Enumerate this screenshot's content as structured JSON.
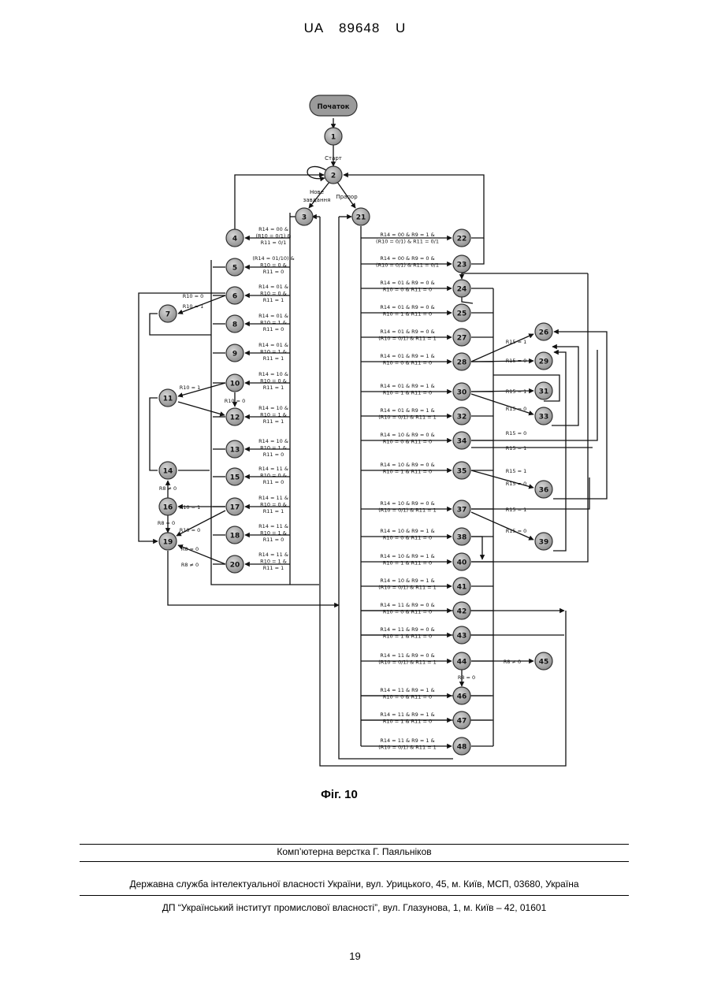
{
  "header": {
    "doc_id": "UA   89648   U"
  },
  "figure": {
    "start_label": "Початок",
    "edge_labels": {
      "start": "Старт",
      "new_task": [
        "Нове",
        "завдання"
      ],
      "flag": "Прапор"
    },
    "nodes": [
      "1",
      "2",
      "3",
      "4",
      "5",
      "6",
      "7",
      "8",
      "9",
      "10",
      "11",
      "12",
      "13",
      "14",
      "15",
      "16",
      "17",
      "18",
      "19",
      "20",
      "21",
      "22",
      "23",
      "24",
      "25",
      "26",
      "27",
      "28",
      "29",
      "30",
      "31",
      "32",
      "33",
      "34",
      "35",
      "36",
      "37",
      "38",
      "39",
      "40",
      "41",
      "42",
      "43",
      "44",
      "45",
      "46",
      "47",
      "48"
    ],
    "left_conditions": [
      [
        "R14 = 00 &",
        "(R10 = 0/1) &",
        "R11 = 0/1"
      ],
      [
        "(R14 = 01/10) &",
        "R10 = 0 &",
        "R11 = 0"
      ],
      [
        "R14 = 01 &",
        "R10 = 0 &",
        "R11 = 1"
      ],
      [
        "R14 = 01 &",
        "R10 = 1 &",
        "R11 = 0"
      ],
      [
        "R14 = 01 &",
        "R10 = 1 &",
        "R11 = 1"
      ],
      [
        "R14 = 10 &",
        "R10 = 0 &",
        "R11 = 1"
      ],
      [
        "R14 = 10 &",
        "R10 = 1 &",
        "R11 = 1"
      ],
      [
        "R14 = 10 &",
        "R10 = 1 &",
        "R11 = 0"
      ],
      [
        "R14 = 11 &",
        "R10 = 0 &",
        "R11 = 0"
      ],
      [
        "R14 = 11 &",
        "R10 = 0 &",
        "R11 = 1"
      ],
      [
        "R14 = 11 &",
        "R10 = 1 &",
        "R11 = 0"
      ],
      [
        "R14 = 11 &",
        "R10 = 1 &",
        "R11 = 1"
      ]
    ],
    "right_conditions": [
      [
        "R14 = 00 & R9 = 1 &",
        "(R10 = 0/1) & R11 = 0/1"
      ],
      [
        "R14 = 00 & R9 = 0 &",
        "(R10 = 0/1) & R11 = 0/1"
      ],
      [
        "R14 = 01 & R9 = 0 &",
        "R10 = 0 & R11 = 0"
      ],
      [
        "R14 = 01 & R9 = 0 &",
        "R10 = 1 & R11 = 0"
      ],
      [
        "R14 = 01 & R9 = 0 &",
        "(R10 = 0/1) & R11 = 1"
      ],
      [
        "R14 = 01 & R9 = 1 &",
        "R10 = 0 & R11 = 0"
      ],
      [
        "R14 = 01 & R9 = 1 &",
        "R10 = 1 & R11 = 0"
      ],
      [
        "R14 = 01 & R9 = 1 &",
        "(R10 = 0/1) & R11 = 1"
      ],
      [
        "R14 = 10 & R9 = 0 &",
        "R10 = 0 & R11 = 0"
      ],
      [
        "R14 = 10 & R9 = 0 &",
        "R10 = 1 & R11 = 0"
      ],
      [
        "R14 = 10 & R9 = 0 &",
        "(R10 = 0/1) & R11 = 1"
      ],
      [
        "R14 = 10 & R9 = 1 &",
        "R10 = 0 & R11 = 0"
      ],
      [
        "R14 = 10 & R9 = 1 &",
        "R10 = 1 & R11 = 0"
      ],
      [
        "R14 = 10 & R9 = 1 &",
        "(R10 = 0/1) & R11 = 1"
      ],
      [
        "R14 = 11 & R9 = 0 &",
        "R10 = 0 & R11 = 0"
      ],
      [
        "R14 = 11 & R9 = 0 &",
        "R10 = 1 & R11 = 0"
      ],
      [
        "R14 = 11 & R9 = 0 &",
        "(R10 = 0/1) & R11 = 1"
      ],
      [
        "R14 = 11 & R9 = 1 &",
        "R10 = 0 & R11 = 0"
      ],
      [
        "R14 = 11 & R9 = 1 &",
        "R10 = 1 & R11 = 0"
      ],
      [
        "R14 = 11 & R9 = 1 &",
        "(R10 = 0/1) & R11 = 1"
      ]
    ],
    "small_labels": {
      "r10_0_a": "R10 = 0",
      "r10_1_a": "R10 = 1",
      "r10_1_b": "R10 = 1",
      "r10_0_b": "R10 = 0",
      "r8_ne0": "R8 ≠ 0",
      "r10_1_c": "R10 = 1",
      "r8_0_a": "R8 = 0",
      "r10_0_c": "R10 = 0",
      "r8_0_b": "R8 = 0",
      "r8_ne0_b": "R8 ≠ 0",
      "r15_1_a": "R15 = 1",
      "r15_0_a": "R15 = 0",
      "r15_1_b": "R15 = 1",
      "r15_0_b": "R15 = 0",
      "r15_0_c": "R15 = 0",
      "r15_1_c": "R15 = 1",
      "r15_1_d": "R15 = 1",
      "r15_0_d": "R15 = 0",
      "r15_1_e": "R15 = 1",
      "r15_0_e": "R15 = 0",
      "r8_ne0_c": "R8 ≠ 0",
      "r8_0_c": "R8 = 0"
    },
    "caption": "Фіг. 10"
  },
  "footer": {
    "typesetting": "Комп’ютерна верстка Г. Паяльніков",
    "agency": "Державна служба інтелектуальної власності України, вул. Урицького, 45, м. Київ, МСП, 03680, Україна",
    "institute": "ДП “Український інститут промислової власності”, вул. Глазунова, 1, м. Київ – 42, 01601"
  },
  "page_number": "19"
}
